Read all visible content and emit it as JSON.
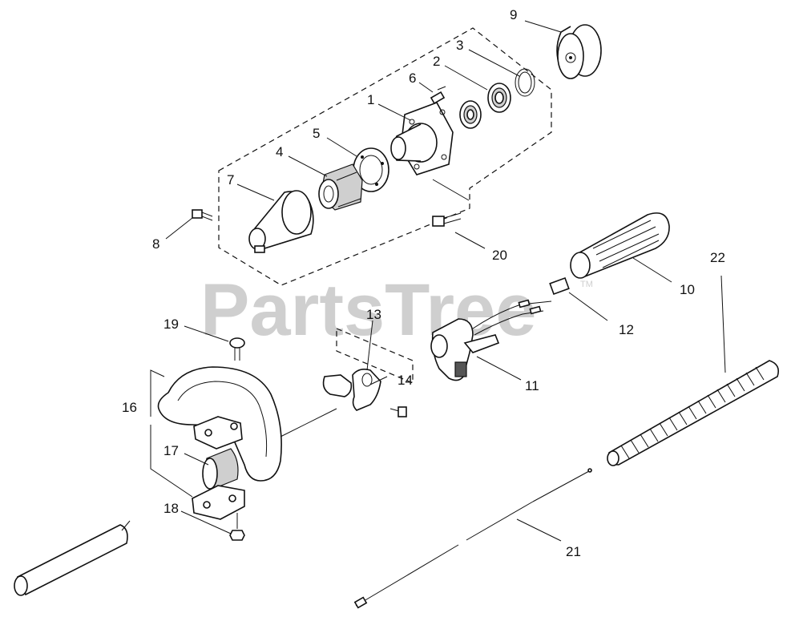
{
  "watermark": {
    "text": "PartsTree",
    "trademark": "TM"
  },
  "callouts": [
    {
      "id": "c1",
      "label": "1"
    },
    {
      "id": "c2",
      "label": "2"
    },
    {
      "id": "c3",
      "label": "3"
    },
    {
      "id": "c4",
      "label": "4"
    },
    {
      "id": "c5",
      "label": "5"
    },
    {
      "id": "c6",
      "label": "6"
    },
    {
      "id": "c7",
      "label": "7"
    },
    {
      "id": "c8",
      "label": "8"
    },
    {
      "id": "c9",
      "label": "9"
    },
    {
      "id": "c10",
      "label": "10"
    },
    {
      "id": "c11",
      "label": "11"
    },
    {
      "id": "c12",
      "label": "12"
    },
    {
      "id": "c13",
      "label": "13"
    },
    {
      "id": "c14",
      "label": "14"
    },
    {
      "id": "c16",
      "label": "16"
    },
    {
      "id": "c17",
      "label": "17"
    },
    {
      "id": "c18",
      "label": "18"
    },
    {
      "id": "c19",
      "label": "19"
    },
    {
      "id": "c20",
      "label": "20"
    },
    {
      "id": "c21",
      "label": "21"
    },
    {
      "id": "c22",
      "label": "22"
    }
  ],
  "colors": {
    "line": "#111111",
    "watermark": "#cfcfcf",
    "background": "#ffffff"
  }
}
